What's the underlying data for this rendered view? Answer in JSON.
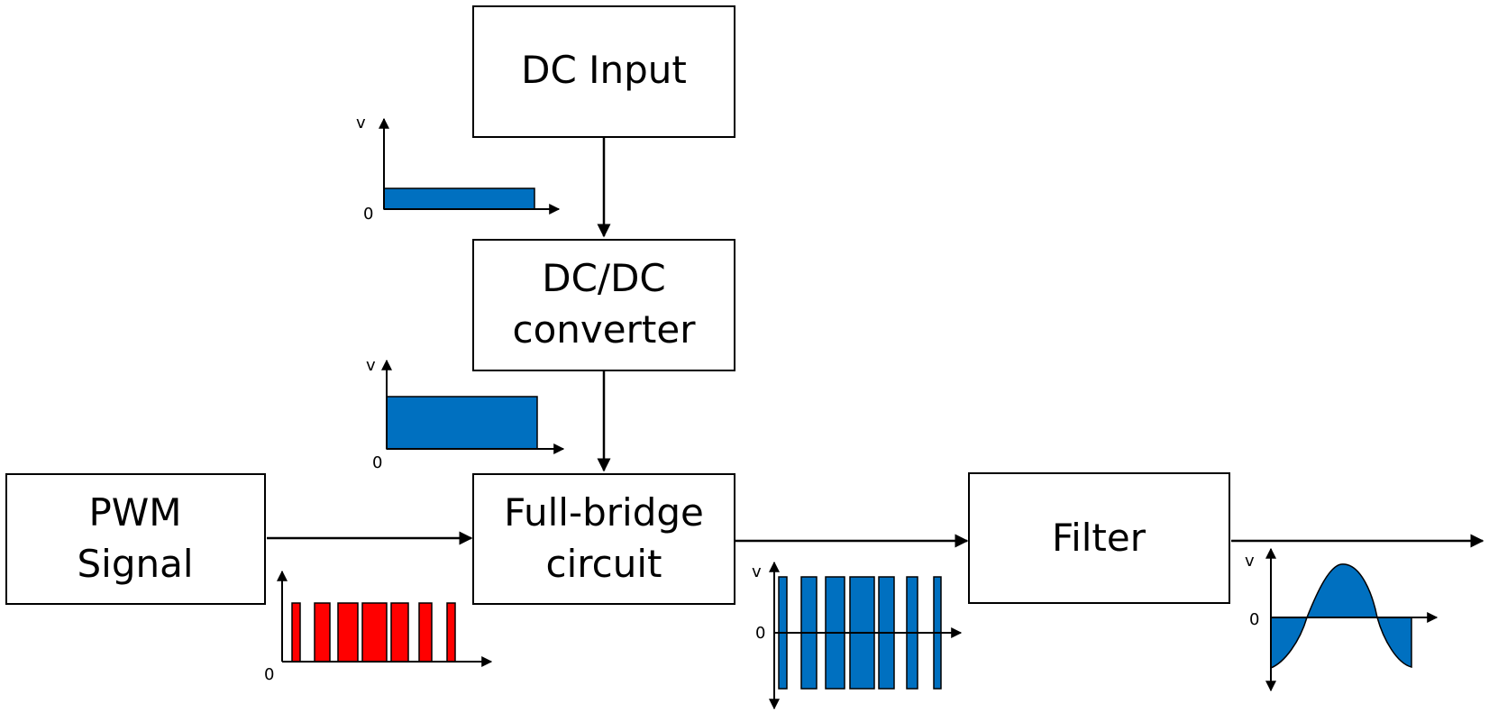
{
  "blocks": {
    "dc_input": [
      "DC  Input"
    ],
    "dc_dc": [
      "DC/DC",
      "converter"
    ],
    "pwm": [
      "PWM",
      "Signal"
    ],
    "full_bridge": [
      "Full-bridge",
      "circuit"
    ],
    "filter": [
      "Filter"
    ]
  },
  "plots": {
    "dc_input_wave": {
      "y_label": "v",
      "zero_label": "0",
      "color": "#0070C0"
    },
    "dc_dc_wave": {
      "y_label": "v",
      "zero_label": "0",
      "color": "#0070C0"
    },
    "pwm_wave": {
      "zero_label": "0",
      "color": "#FF0000"
    },
    "bridge_wave": {
      "y_label": "v",
      "zero_label": "0",
      "color": "#0070C0"
    },
    "filter_wave": {
      "y_label": "v",
      "zero_label": "0",
      "color": "#0070C0"
    }
  },
  "colors": {
    "wave_blue": "#0070C0",
    "pwm_red": "#FF0000"
  }
}
